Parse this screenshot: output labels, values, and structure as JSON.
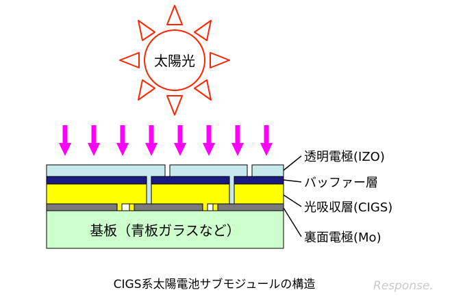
{
  "sun_label": "太陽光",
  "layer_labels": {
    "tco": "透明電極(IZO)",
    "buffer": "バッファー層",
    "absorber": "光吸収層(CIGS)",
    "back_contact": "裏面電極(Mo)"
  },
  "substrate_label": "基板（青板ガラスなど）",
  "caption": "CIGS系太陽電池サブモジュールの構造",
  "watermark": "Response.",
  "colors": {
    "sun_stroke": "#ff2200",
    "arrow": "#ff00ff",
    "tco": "#c7e8ec",
    "buffer": "#1a1a80",
    "absorber": "#ffff00",
    "back_contact": "#7a7a7a",
    "substrate": "#ccffcc",
    "outline": "#000000"
  }
}
